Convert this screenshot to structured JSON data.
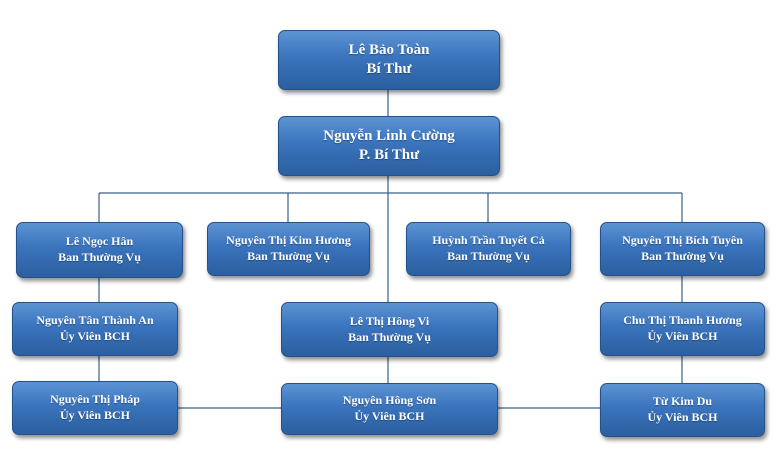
{
  "chart_data": {
    "type": "org-chart",
    "nodes": [
      {
        "id": "n1",
        "name": "Lê Bảo Toàn",
        "role": "Bí Thư"
      },
      {
        "id": "n2",
        "name": "Nguyễn Linh Cường",
        "role": "P. Bí Thư",
        "parent": "n1"
      },
      {
        "id": "n3",
        "name": "Lê Ngọc Hân",
        "role": "Ban Thường Vụ",
        "parent": "n2"
      },
      {
        "id": "n4",
        "name": "Nguyên Thị Kim Hương",
        "role": "Ban Thường Vụ",
        "parent": "n2"
      },
      {
        "id": "n5",
        "name": "Huỳnh Trần Tuyết Cả",
        "role": "Ban Thường Vụ",
        "parent": "n2"
      },
      {
        "id": "n6",
        "name": "Nguyên Thị Bích Tuyên",
        "role": "Ban Thường Vụ",
        "parent": "n2"
      },
      {
        "id": "n7",
        "name": "Nguyên Tân Thành An",
        "role": "Ủy Viên BCH",
        "parent": "n3"
      },
      {
        "id": "n8",
        "name": "Lê Thị Hông Vi",
        "role": "Ban Thường Vụ",
        "parent": "n2"
      },
      {
        "id": "n9",
        "name": "Chu Thị Thanh Hương",
        "role": "Ủy Viên BCH",
        "parent": "n6"
      },
      {
        "id": "n10",
        "name": "Nguyên Thị Pháp",
        "role": "Ủy Viên BCH",
        "parent": "n7"
      },
      {
        "id": "n11",
        "name": "Nguyên Hông Sơn",
        "role": "Ủy Viên BCH",
        "parent": "n8"
      },
      {
        "id": "n12",
        "name": "Từ Kim Du",
        "role": "Ủy Viên BCH",
        "parent": "n9"
      }
    ]
  }
}
